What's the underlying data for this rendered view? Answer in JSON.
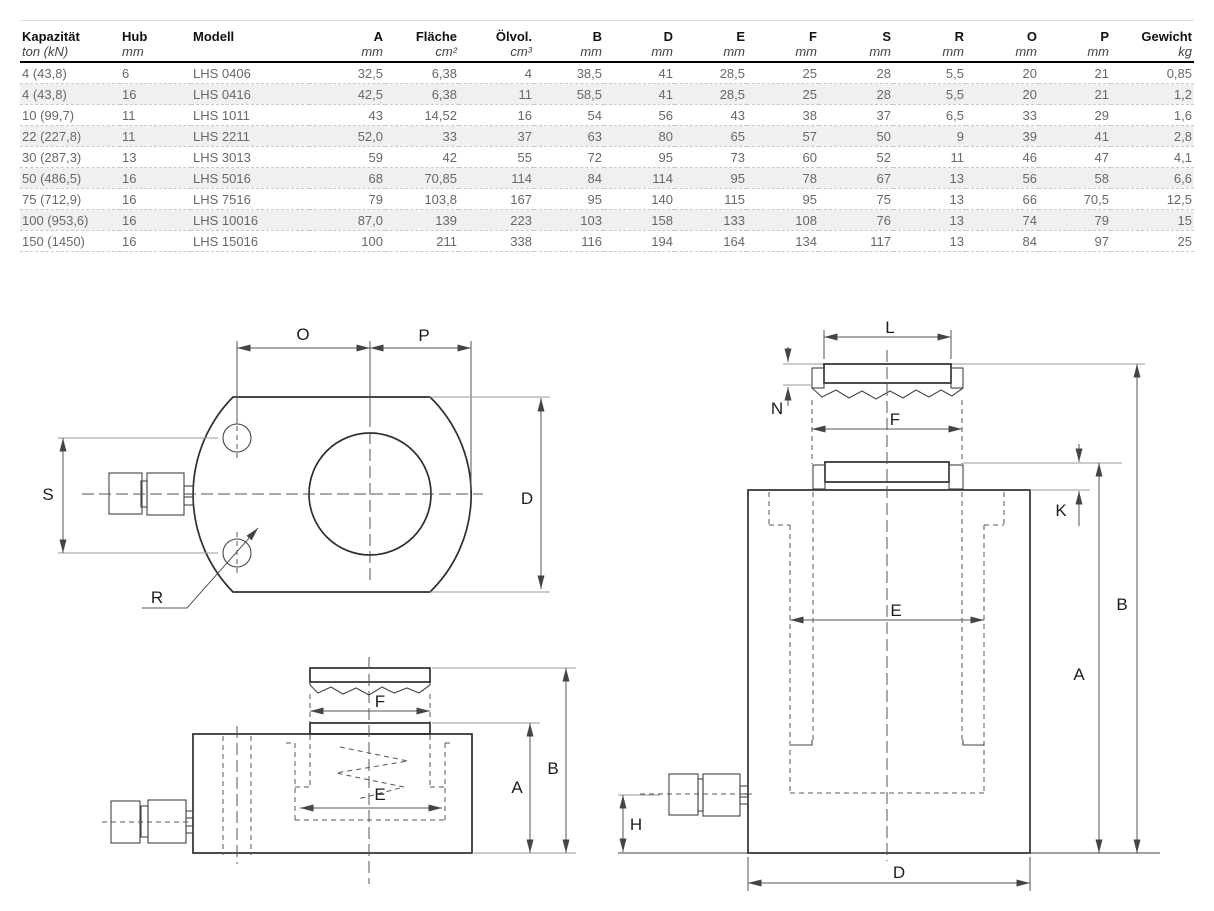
{
  "table": {
    "columns": [
      {
        "label": "Kapazität",
        "unit": "ton (kN)"
      },
      {
        "label": "Hub",
        "unit": "mm"
      },
      {
        "label": "Modell",
        "unit": ""
      },
      {
        "label": "A",
        "unit": "mm"
      },
      {
        "label": "Fläche",
        "unit": "cm²"
      },
      {
        "label": "Ölvol.",
        "unit": "cm³"
      },
      {
        "label": "B",
        "unit": "mm"
      },
      {
        "label": "D",
        "unit": "mm"
      },
      {
        "label": "E",
        "unit": "mm"
      },
      {
        "label": "F",
        "unit": "mm"
      },
      {
        "label": "S",
        "unit": "mm"
      },
      {
        "label": "R",
        "unit": "mm"
      },
      {
        "label": "O",
        "unit": "mm"
      },
      {
        "label": "P",
        "unit": "mm"
      },
      {
        "label": "Gewicht",
        "unit": "kg"
      }
    ],
    "rows": [
      [
        "4 (43,8)",
        "6",
        "LHS 0406",
        "32,5",
        "6,38",
        "4",
        "38,5",
        "41",
        "28,5",
        "25",
        "28",
        "5,5",
        "20",
        "21",
        "0,85"
      ],
      [
        "4 (43,8)",
        "16",
        "LHS 0416",
        "42,5",
        "6,38",
        "11",
        "58,5",
        "41",
        "28,5",
        "25",
        "28",
        "5,5",
        "20",
        "21",
        "1,2"
      ],
      [
        "10 (99,7)",
        "11",
        "LHS 1011",
        "43",
        "14,52",
        "16",
        "54",
        "56",
        "43",
        "38",
        "37",
        "6,5",
        "33",
        "29",
        "1,6"
      ],
      [
        "22 (227,8)",
        "11",
        "LHS 2211",
        "52,0",
        "33",
        "37",
        "63",
        "80",
        "65",
        "57",
        "50",
        "9",
        "39",
        "41",
        "2,8"
      ],
      [
        "30 (287,3)",
        "13",
        "LHS 3013",
        "59",
        "42",
        "55",
        "72",
        "95",
        "73",
        "60",
        "52",
        "11",
        "46",
        "47",
        "4,1"
      ],
      [
        "50 (486,5)",
        "16",
        "LHS 5016",
        "68",
        "70,85",
        "114",
        "84",
        "114",
        "95",
        "78",
        "67",
        "13",
        "56",
        "58",
        "6,6"
      ],
      [
        "75 (712,9)",
        "16",
        "LHS 7516",
        "79",
        "103,8",
        "167",
        "95",
        "140",
        "115",
        "95",
        "75",
        "13",
        "66",
        "70,5",
        "12,5"
      ],
      [
        "100 (953,6)",
        "16",
        "LHS 10016",
        "87,0",
        "139",
        "223",
        "103",
        "158",
        "133",
        "108",
        "76",
        "13",
        "74",
        "79",
        "15"
      ],
      [
        "150 (1450)",
        "16",
        "LHS 15016",
        "100",
        "211",
        "338",
        "116",
        "194",
        "164",
        "134",
        "117",
        "13",
        "84",
        "97",
        "25"
      ]
    ]
  },
  "drawings": {
    "top_view": {
      "labels": {
        "o": "O",
        "p": "P",
        "s": "S",
        "d": "D",
        "r": "R"
      }
    },
    "side_view": {
      "labels": {
        "f": "F",
        "e": "E",
        "a": "A",
        "b": "B"
      }
    },
    "front_view": {
      "labels": {
        "l": "L",
        "n": "N",
        "f": "F",
        "k": "K",
        "e": "E",
        "a": "A",
        "b": "B",
        "h": "H",
        "d": "D"
      }
    }
  }
}
